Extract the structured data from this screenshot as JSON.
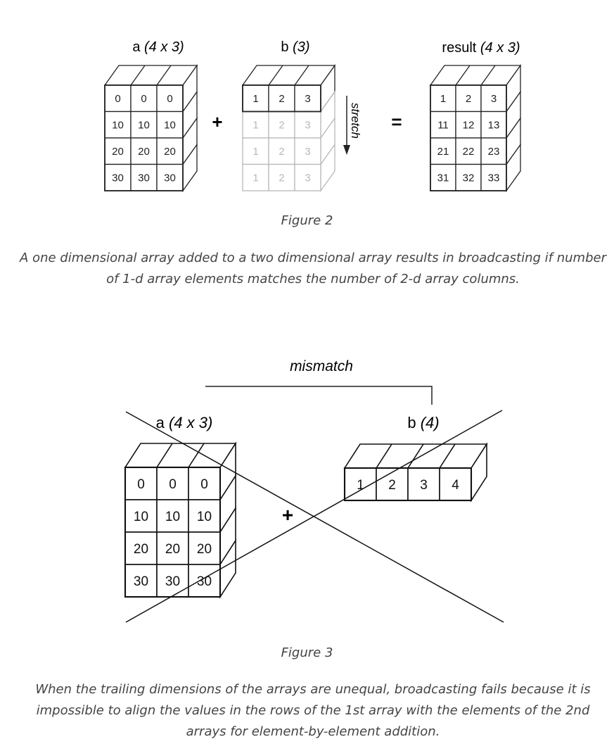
{
  "figure2": {
    "a": {
      "name": "a",
      "shape": "(4 x 3)",
      "rows": [
        [
          "0",
          "0",
          "0"
        ],
        [
          "10",
          "10",
          "10"
        ],
        [
          "20",
          "20",
          "20"
        ],
        [
          "30",
          "30",
          "30"
        ]
      ]
    },
    "b": {
      "name": "b",
      "shape": "(3)",
      "rows": [
        [
          "1",
          "2",
          "3"
        ],
        [
          "1",
          "2",
          "3"
        ],
        [
          "1",
          "2",
          "3"
        ],
        [
          "1",
          "2",
          "3"
        ]
      ]
    },
    "result": {
      "name": "result",
      "shape": "(4 x 3)",
      "rows": [
        [
          "1",
          "2",
          "3"
        ],
        [
          "11",
          "12",
          "13"
        ],
        [
          "21",
          "22",
          "23"
        ],
        [
          "31",
          "32",
          "33"
        ]
      ]
    },
    "plus": "+",
    "equals": "=",
    "stretch_label": "stretch",
    "caption": "Figure 2",
    "description": "A one dimensional array added to a two dimensional array results in broadcasting if number of 1-d array elements matches the number of 2-d array columns."
  },
  "figure3": {
    "mismatch_label": "mismatch",
    "a": {
      "name": "a",
      "shape": "(4 x 3)",
      "rows": [
        [
          "0",
          "0",
          "0"
        ],
        [
          "10",
          "10",
          "10"
        ],
        [
          "20",
          "20",
          "20"
        ],
        [
          "30",
          "30",
          "30"
        ]
      ]
    },
    "b": {
      "name": "b",
      "shape": "(4)",
      "rows": [
        [
          "1",
          "2",
          "3",
          "4"
        ]
      ]
    },
    "plus": "+",
    "caption": "Figure 3",
    "description": "When the trailing dimensions of the arrays are unequal, broadcasting fails because it is impossible to align the values in the rows of the 1st array with the elements of the 2nd arrays for element-by-element addition."
  }
}
